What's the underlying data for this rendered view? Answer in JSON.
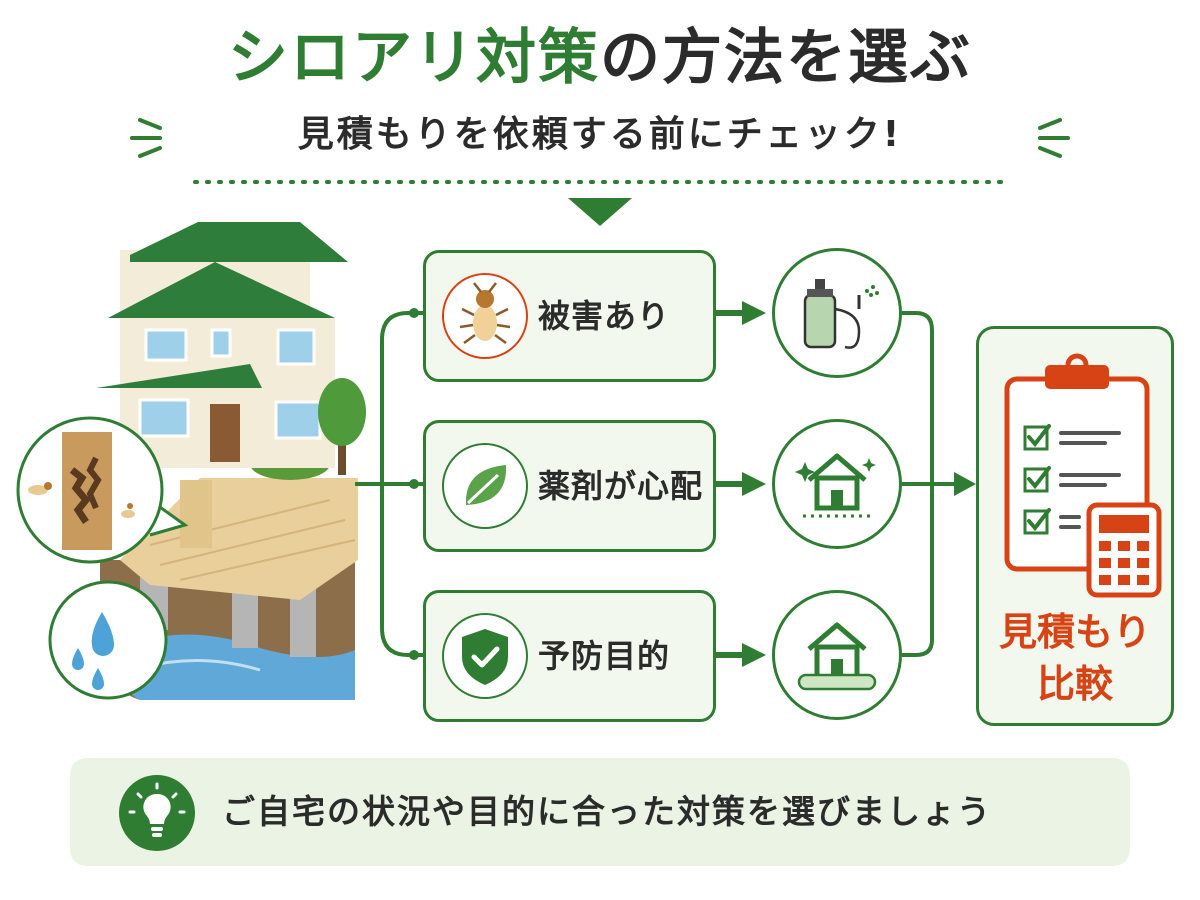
{
  "header": {
    "title_green": "シロアリ対策",
    "title_dark": "の方法を選ぶ",
    "subtitle": "見積もりを依頼する前にチェック!"
  },
  "options": [
    {
      "label": "被害あり",
      "icon": "termite-icon",
      "result_icon": "sprayer-icon"
    },
    {
      "label": "薬剤が心配",
      "icon": "leaf-icon",
      "result_icon": "clean-house-icon"
    },
    {
      "label": "予防目的",
      "icon": "shield-check-icon",
      "result_icon": "protected-house-icon"
    }
  ],
  "result": {
    "label": "見積もり比較",
    "line1": "見積もり",
    "line2": "比較",
    "icon": "clipboard-calculator-icon"
  },
  "tip": {
    "text": "ご自宅の状況や目的に合った対策を選びましょう",
    "icon": "lightbulb-icon"
  },
  "colors": {
    "accent_green": "#2e7d32",
    "light_green_bg": "#f3f8ef",
    "result_red": "#d84315"
  }
}
